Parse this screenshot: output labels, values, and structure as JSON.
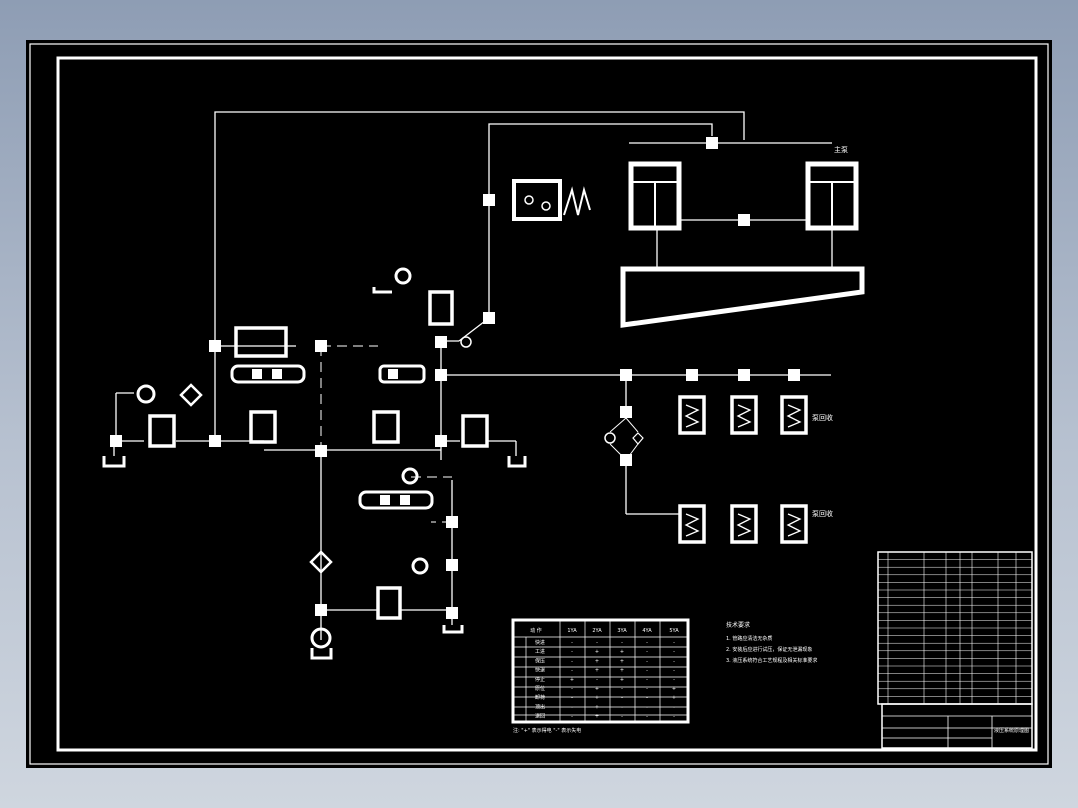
{
  "diagram": {
    "labels": {
      "top_right_tag": "主泵",
      "right_group_upper": "泵回收",
      "right_group_lower": "泵回收",
      "notes_title": "技术要求",
      "note_1": "1. 管路应清洁无杂质",
      "note_2": "2. 安装后应进行试压，保证无泄漏现象",
      "note_3": "3. 液压系统符合工艺规程及相关标准要求",
      "table_footnote": "注: \"+\" 表示得电  \"-\" 表示失电",
      "title_block_name": "液压系统原理图"
    },
    "action_table": {
      "headers": [
        "动 作",
        "1YA",
        "2YA",
        "3YA",
        "4YA",
        "5YA"
      ],
      "rows": [
        [
          "快进",
          "-",
          "-",
          "-",
          "-",
          "-"
        ],
        [
          "工进",
          "-",
          "+",
          "+",
          "-",
          "-"
        ],
        [
          "保压",
          "-",
          "+",
          "+",
          "-",
          "-"
        ],
        [
          "快退",
          "-",
          "+",
          "+",
          "-",
          "-"
        ],
        [
          "停止",
          "+",
          "-",
          "+",
          "-",
          "-"
        ],
        [
          "原位",
          "-",
          "+",
          "-",
          "-",
          "+"
        ],
        [
          "卸荷",
          "-",
          "+",
          "-",
          "-",
          "+"
        ],
        [
          "顶出",
          "-",
          "+",
          "-",
          "-",
          "-"
        ],
        [
          "退回",
          "-",
          "+",
          "-",
          "-",
          "-"
        ]
      ]
    },
    "colors": {
      "sheet": "#000000",
      "line": "#ffffff",
      "background_top": "#8e9db4",
      "background_bottom": "#cfd6df"
    }
  }
}
